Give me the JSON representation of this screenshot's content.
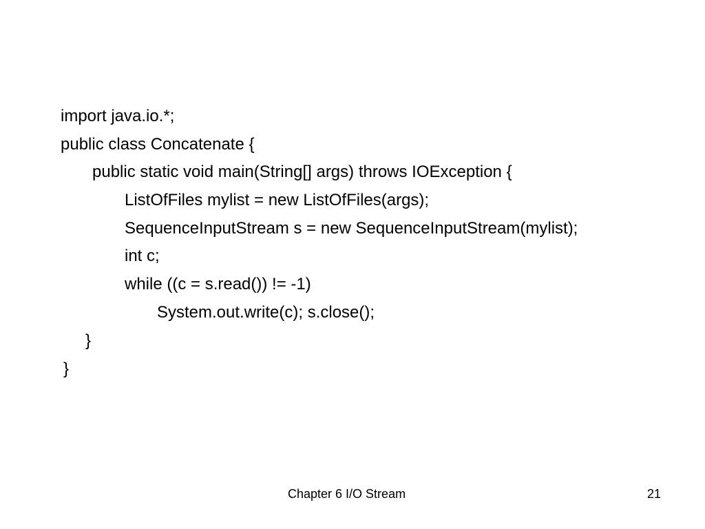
{
  "code": {
    "lines": [
      "import java.io.*;",
      "public class Concatenate {",
      "public static void main(String[] args) throws IOException {",
      "ListOfFiles mylist = new ListOfFiles(args);",
      "SequenceInputStream s = new SequenceInputStream(mylist);",
      "int c;",
      "while ((c = s.read()) != -1)",
      "System.out.write(c); s.close();",
      "}",
      "}"
    ]
  },
  "footer": {
    "title": "Chapter 6 I/O Stream",
    "page_number": "21"
  }
}
